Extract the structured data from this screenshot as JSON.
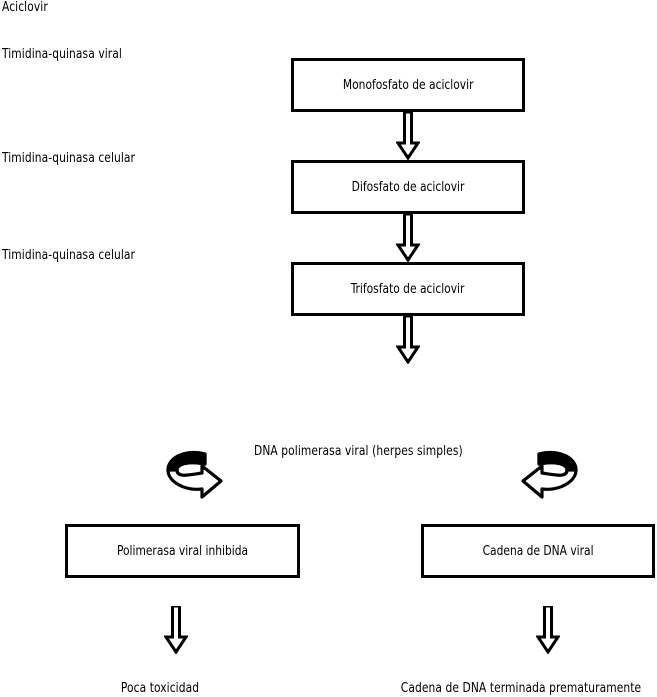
{
  "diagram": {
    "title": "Aciclovir",
    "type": "flowchart",
    "background_color": "#ffffff",
    "stroke_color": "#000000",
    "enzyme_labels": [
      {
        "text": "Timidina-quinasa viral"
      },
      {
        "text": "Timidina-quinasa celular"
      },
      {
        "text": "Timidina-quinasa celular"
      }
    ],
    "metabolite_boxes": [
      {
        "text": "Monofosfato de aciclovir"
      },
      {
        "text": "Difosfato de aciclovir"
      },
      {
        "text": "Trifosfato de aciclovir"
      }
    ],
    "polymerase_label": "DNA polimerasa viral (herpes simples)",
    "outcome_boxes": [
      {
        "text": "Polimerasa viral inhibida"
      },
      {
        "text": "Cadena de DNA viral"
      }
    ],
    "outcome_results": [
      {
        "text": "Poca toxicidad"
      },
      {
        "text": "Cadena de DNA terminada prematuramente"
      }
    ],
    "icons": {
      "down_block_arrow": "block-arrow-down",
      "circular_arrow_right": "circular-arrow-right",
      "circular_arrow_left": "circular-arrow-left"
    }
  }
}
